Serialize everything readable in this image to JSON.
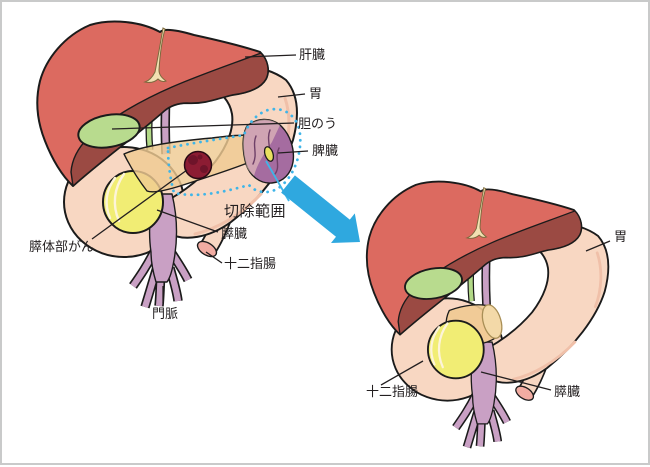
{
  "panels": {
    "before": {
      "labels": {
        "liver": "肝臓",
        "stomach": "胃",
        "gallbladder": "胆のう",
        "spleen": "脾臓",
        "resection_area": "切除範囲",
        "pancreas": "膵臓",
        "pancreatic_body_cancer": "膵体部がん",
        "duodenum": "十二指腸",
        "portal_vein": "門脈"
      }
    },
    "after": {
      "labels": {
        "stomach": "胃",
        "duodenum": "十二指腸",
        "pancreas": "膵臓"
      }
    }
  },
  "colors": {
    "liver": "#dc6a60",
    "liver_underside": "#9b4a43",
    "falciform_ligament": "#f2e0b2",
    "stomach": "#f8d7c2",
    "gallbladder": "#b8db8e",
    "bile_duct": "#b2d987",
    "portal_vein": "#c9a0c4",
    "pancreas_head": "#f1ed74",
    "pancreas_body": "#efca92",
    "pancreas_cut_face": "#f3d9a8",
    "cut_lumen": "#f2aca2",
    "tumor": "#8c1c33",
    "tumor_dark": "#6e142a",
    "spleen": "#a56ca0",
    "resection_line": "#3fb5e8",
    "resection_text": "#2bace2",
    "arrow": "#2fa8df",
    "label_text": "#231f20",
    "outline": "#1b1b1b",
    "border": "#c9caca"
  }
}
